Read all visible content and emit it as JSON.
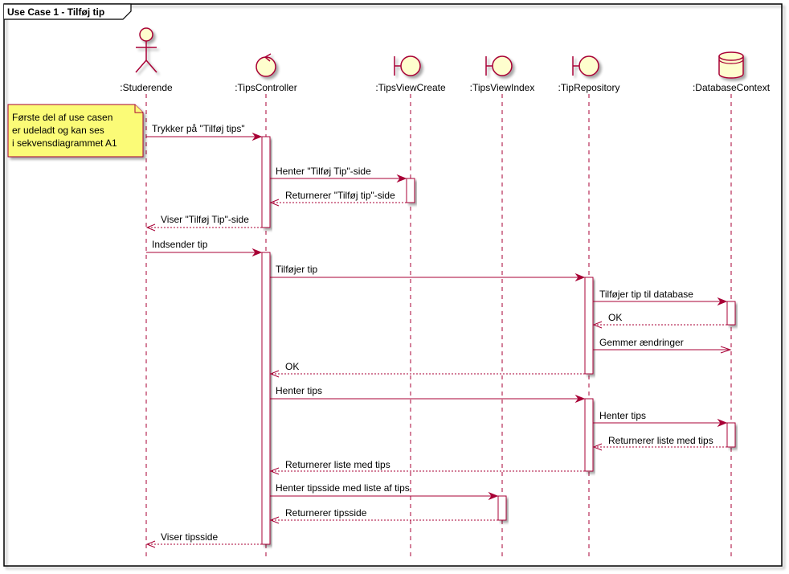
{
  "frame": {
    "title": "Use Case 1 - Tilføj tip"
  },
  "participants": [
    {
      "id": "studerende",
      "label": ":Studerende",
      "kind": "actor"
    },
    {
      "id": "controller",
      "label": ":TipsController",
      "kind": "control"
    },
    {
      "id": "viewcreate",
      "label": ":TipsViewCreate",
      "kind": "boundary"
    },
    {
      "id": "viewindex",
      "label": ":TipsViewIndex",
      "kind": "boundary"
    },
    {
      "id": "repository",
      "label": ":TipRepository",
      "kind": "boundary"
    },
    {
      "id": "dbcontext",
      "label": ":DatabaseContext",
      "kind": "database"
    }
  ],
  "note": {
    "lines": [
      "Første del af use casen",
      "er udeladt og kan ses",
      "i sekvensdiagrammet A1"
    ]
  },
  "messages": [
    {
      "from": "studerende",
      "to": "controller",
      "label": "Trykker på \"Tilføj tips\"",
      "style": "sync"
    },
    {
      "from": "controller",
      "to": "viewcreate",
      "label": "Henter \"Tilføj Tip\"-side",
      "style": "sync"
    },
    {
      "from": "viewcreate",
      "to": "controller",
      "label": "Returnerer \"Tilføj tip\"-side",
      "style": "return"
    },
    {
      "from": "controller",
      "to": "studerende",
      "label": "Viser \"Tilføj Tip\"-side",
      "style": "return"
    },
    {
      "from": "studerende",
      "to": "controller",
      "label": "Indsender tip",
      "style": "sync"
    },
    {
      "from": "controller",
      "to": "repository",
      "label": "Tilføjer tip",
      "style": "sync"
    },
    {
      "from": "repository",
      "to": "dbcontext",
      "label": "Tilføjer tip til database",
      "style": "sync"
    },
    {
      "from": "dbcontext",
      "to": "repository",
      "label": "OK",
      "style": "return"
    },
    {
      "from": "repository",
      "to": "dbcontext",
      "label": "Gemmer ændringer",
      "style": "async"
    },
    {
      "from": "repository",
      "to": "controller",
      "label": "OK",
      "style": "return"
    },
    {
      "from": "controller",
      "to": "repository",
      "label": "Henter tips",
      "style": "sync"
    },
    {
      "from": "repository",
      "to": "dbcontext",
      "label": "Henter tips",
      "style": "sync"
    },
    {
      "from": "dbcontext",
      "to": "repository",
      "label": "Returnerer liste med tips",
      "style": "return"
    },
    {
      "from": "repository",
      "to": "controller",
      "label": "Returnerer liste med tips",
      "style": "return"
    },
    {
      "from": "controller",
      "to": "viewindex",
      "label": "Henter tipsside med liste af tips",
      "style": "sync"
    },
    {
      "from": "viewindex",
      "to": "controller",
      "label": "Returnerer tipsside",
      "style": "return"
    },
    {
      "from": "controller",
      "to": "studerende",
      "label": "Viser tipsside",
      "style": "return"
    }
  ],
  "colors": {
    "lifeline": "#A80036",
    "arrow": "#A80036",
    "participant_fill": "#FEFECE",
    "note_fill": "#FBFB77",
    "frame": "#000000",
    "shadow": "#c8c8c8"
  }
}
